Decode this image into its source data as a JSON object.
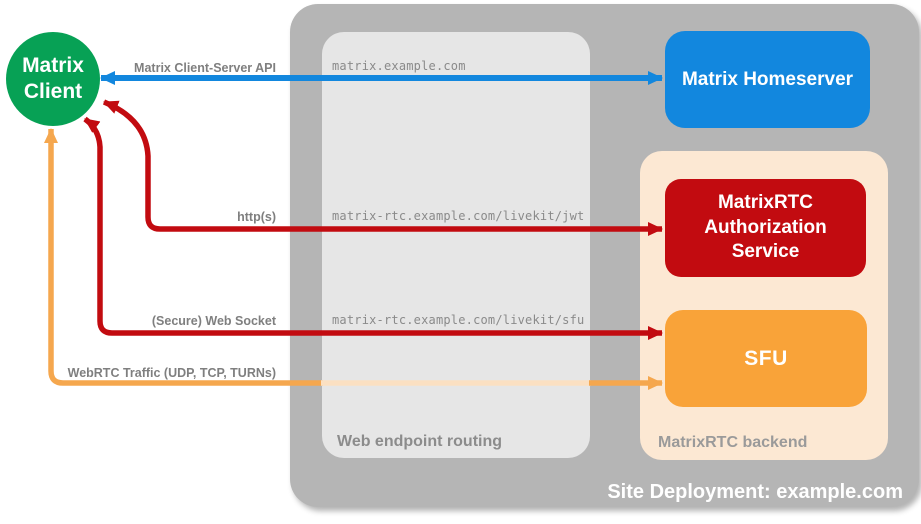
{
  "colors": {
    "green": "#07a155",
    "blue": "#1287de",
    "red": "#c20b10",
    "orange_box": "#f9a339",
    "orange_arrow": "#f5a74e",
    "orange_arrow_faded": "#fbe0c2",
    "outer_gray": "#b5b5b5",
    "inner_gray": "#e6e6e6",
    "peach": "#fce8d3",
    "label_gray": "#7f7f7f",
    "url_gray": "#8a8a8a",
    "zone_label_gray": "#8c8c8c",
    "backend_label_gray": "#9a9a9a"
  },
  "nodes": {
    "client": {
      "line1": "Matrix",
      "line2": "Client"
    },
    "homeserver": {
      "label": "Matrix Homeserver"
    },
    "auth_service": {
      "label": "MatrixRTC Authorization Service"
    },
    "sfu": {
      "label": "SFU"
    }
  },
  "containers": {
    "site": {
      "label": "Site Deployment: example.com"
    },
    "routing": {
      "label": "Web endpoint routing"
    },
    "backend": {
      "label": "MatrixRTC backend"
    }
  },
  "connections": [
    {
      "label": "Matrix Client-Server API",
      "route": "matrix.example.com",
      "from": "Matrix Client",
      "to": "Matrix Homeserver",
      "bidirectional": true,
      "color": "#1287de"
    },
    {
      "label": "http(s)",
      "route": "matrix-rtc.example.com/livekit/jwt",
      "from": "Matrix Client",
      "to": "MatrixRTC Authorization Service",
      "bidirectional": true,
      "color": "#c20b10"
    },
    {
      "label": "(Secure) Web Socket",
      "route": "matrix-rtc.example.com/livekit/sfu",
      "from": "Matrix Client",
      "to": "SFU",
      "bidirectional": true,
      "color": "#c20b10"
    },
    {
      "label": "WebRTC Traffic (UDP, TCP, TURNs)",
      "route": "",
      "from": "Matrix Client",
      "to": "SFU",
      "bidirectional": true,
      "color": "#f5a74e"
    }
  ]
}
